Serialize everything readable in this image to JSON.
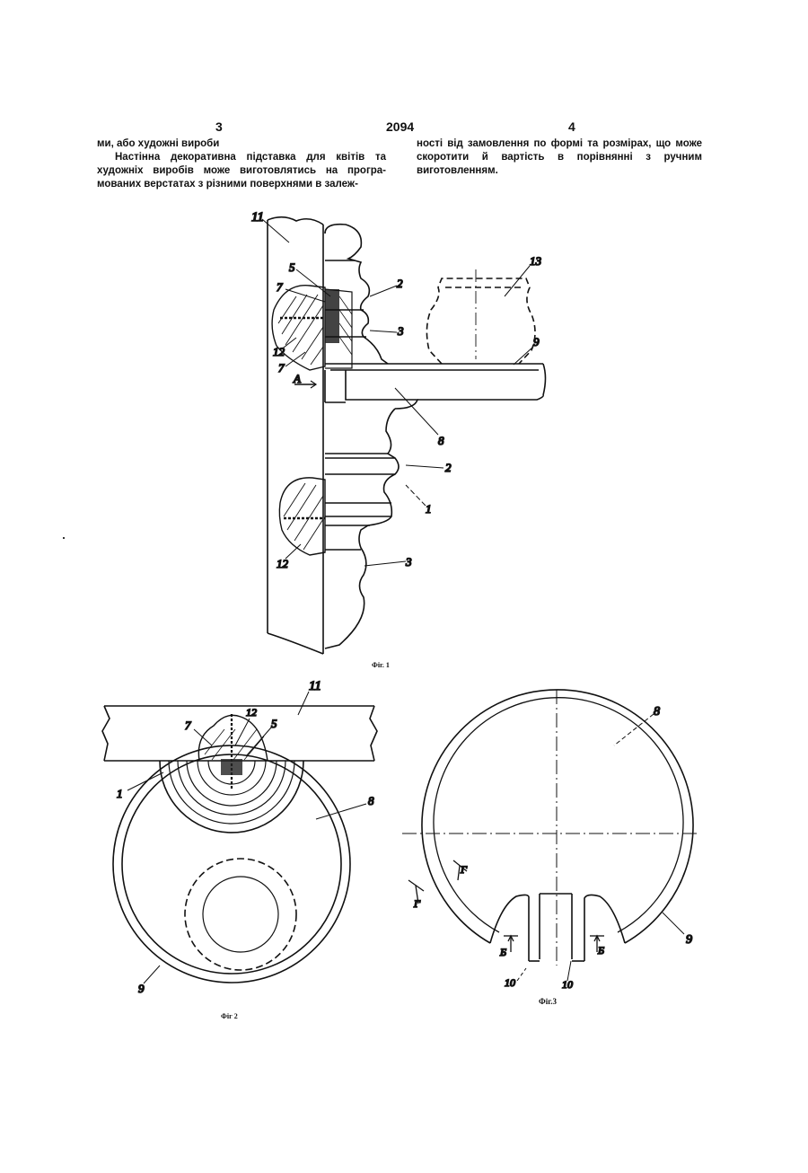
{
  "header": {
    "page_left": "3",
    "patent_number": "2094",
    "page_right": "4"
  },
  "left_column": {
    "line_continuation": "ми, або художні вироби",
    "paragraph": "Настінна декоративна підставка для квітів та художніх виробів може виготовлятись на програ-мованих верстатах з різними поверхнями в залеж-"
  },
  "right_column": {
    "paragraph": "ності від замовлення по формі та розмірах, що може скоротити й вартість в порівнянні з ручним виготовленням."
  },
  "figures": {
    "fig1": {
      "caption": "Фіг. 1",
      "labels": {
        "wall": "11",
        "screw": "5",
        "part7a": "7",
        "part7b": "7",
        "dowel": "12",
        "dowel2": "12",
        "ring_upper": "2",
        "foot_upper": "3",
        "vase": "13",
        "plate": "9",
        "shelf": "8",
        "ring_lower": "2",
        "body": "1",
        "foot_lower": "3",
        "section": "А"
      }
    },
    "fig2": {
      "caption": "Фіг 2",
      "labels": {
        "wall": "11",
        "part7": "7",
        "dowel": "12",
        "screw": "5",
        "body": "1",
        "shelf": "8",
        "plate": "9"
      }
    },
    "fig3": {
      "caption": "Фіг.3",
      "labels": {
        "shelf": "8",
        "plate": "9",
        "slot_left": "10",
        "slot_right": "10",
        "cut_b_left": "Б",
        "cut_b_right": "Б",
        "cut_g_a": "Г",
        "cut_g_b": "Г"
      }
    }
  }
}
